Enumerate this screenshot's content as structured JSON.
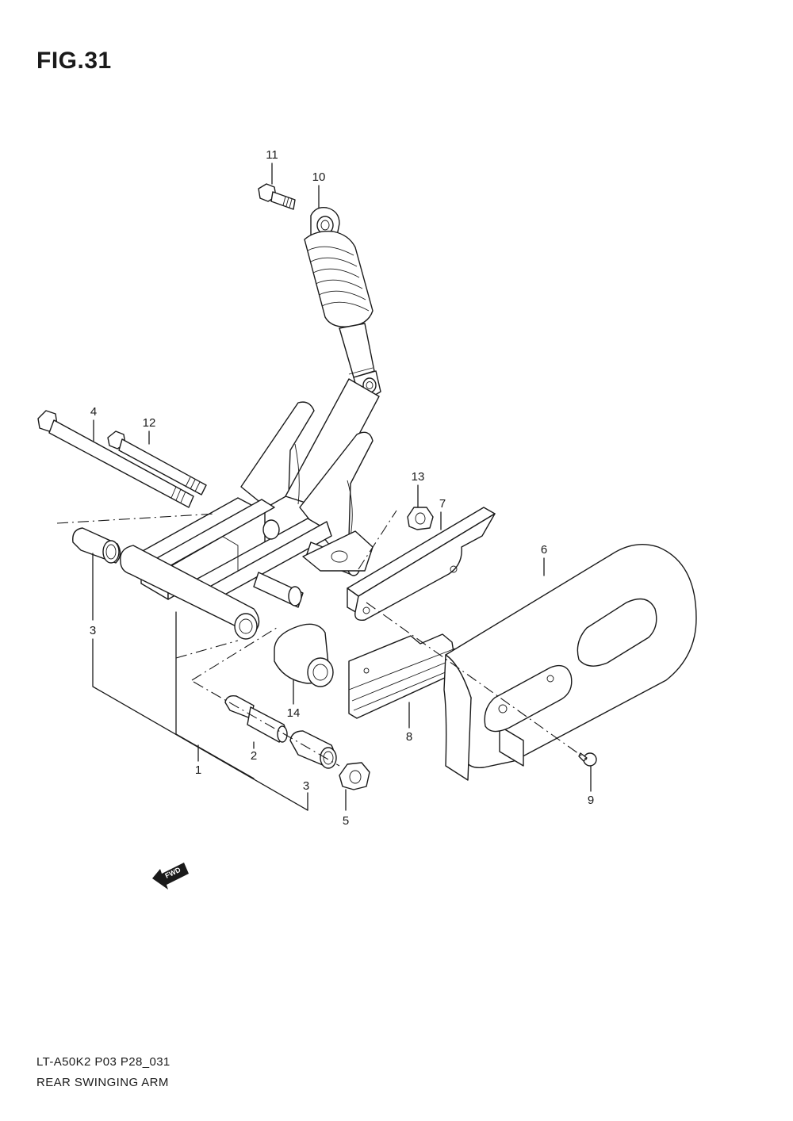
{
  "figure": {
    "title": "FIG.31",
    "code": "LT-A50K2 P03 P28_031",
    "name": "REAR SWINGING ARM"
  },
  "callouts": {
    "c1": "1",
    "c2": "2",
    "c3a": "3",
    "c3b": "3",
    "c4": "4",
    "c5": "5",
    "c6": "6",
    "c7": "7",
    "c8": "8",
    "c9": "9",
    "c10": "10",
    "c11": "11",
    "c12": "12",
    "c13": "13",
    "c14": "14"
  },
  "fwd_label": "FWD"
}
